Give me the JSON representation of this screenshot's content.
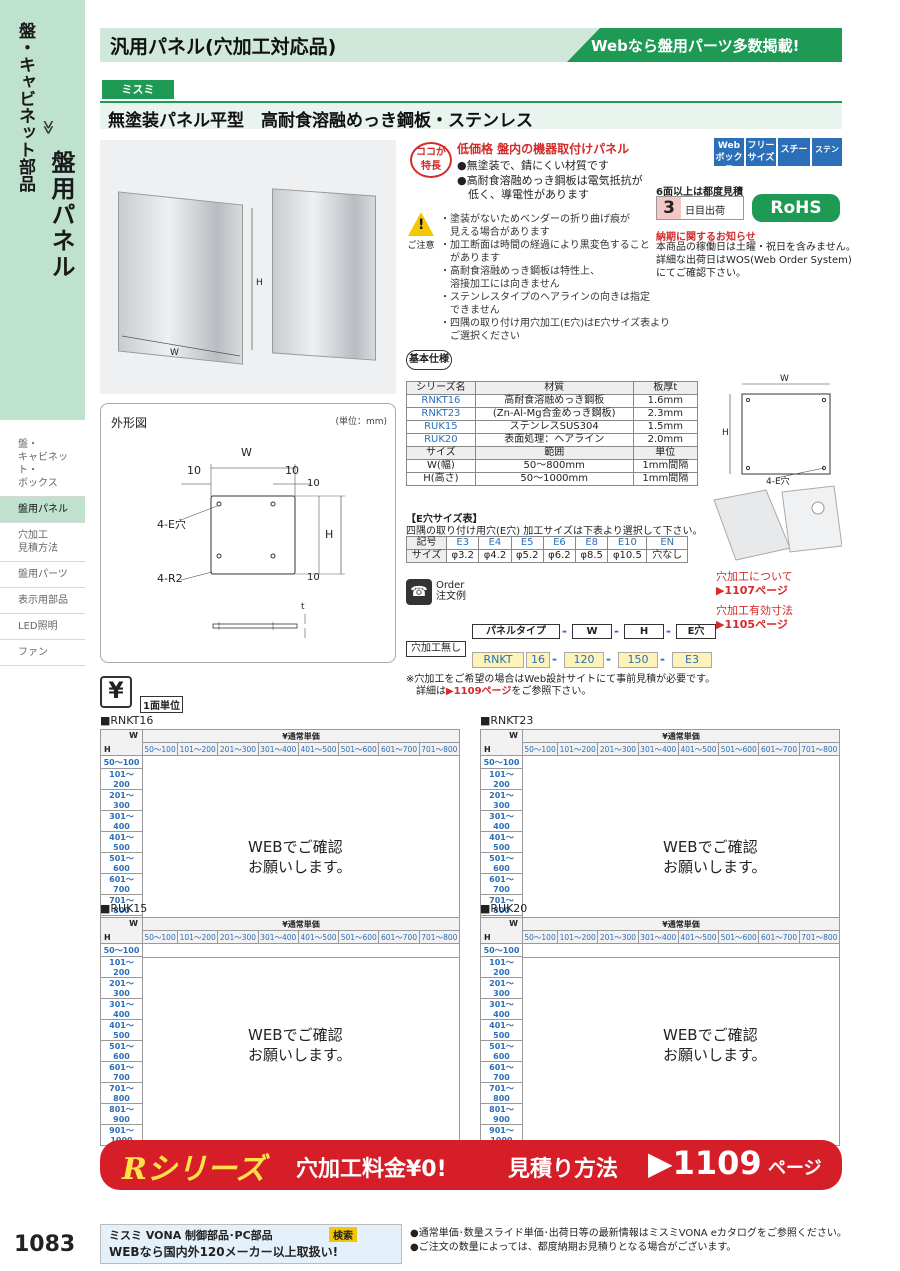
{
  "sidebar": {
    "cat1": "盤・キャビネット部品",
    "arrow": "≫",
    "cat2": "盤用パネル",
    "items": [
      {
        "label": "盤・\nキャビネット・\nボックス",
        "active": false
      },
      {
        "label": "盤用パネル",
        "active": true
      },
      {
        "label": "穴加工\n見積方法",
        "active": false
      },
      {
        "label": "盤用パーツ",
        "active": false
      },
      {
        "label": "表示用部品",
        "active": false
      },
      {
        "label": "LED照明",
        "active": false
      },
      {
        "label": "ファン",
        "active": false
      }
    ]
  },
  "header": {
    "title": "汎用パネル(穴加工対応品)",
    "web": "Webなら盤用パーツ多数掲載!"
  },
  "brand": "ミスミ",
  "subtitle": "無塗装パネル平型　高耐食溶融めっき鋼板・ステンレス",
  "photo_labels": {
    "w": "W",
    "h": "H"
  },
  "features": {
    "badge": "ココが\n特長",
    "title": "低価格 盤内の機器取付けパネル",
    "lines": [
      "●無塗装で、錆にくい材質です",
      "●高耐食溶融めっき鋼板は電気抵抗が",
      "　低く、導電性があります"
    ]
  },
  "caution": {
    "label": "ご注意",
    "lines": [
      "・塗装がないためベンダーの折り曲げ痕が",
      "　見える場合があります",
      "・加工断面は時間の経過により黒変色すること",
      "　があります",
      "・高耐食溶融めっき鋼板は特性上、",
      "　溶接加工には向きません",
      "・ステンレスタイプのヘアラインの向きは指定",
      "　できません",
      "・四隅の取り付け用穴加工(E穴)はE穴サイズ表より",
      "　ご選択ください"
    ]
  },
  "tags": [
    "Web\nボックス",
    "フリー\nサイズ",
    "スチール",
    "ステンレス"
  ],
  "shipping": {
    "note": "6面以上は都度見積",
    "days": "3",
    "text": "日目出荷"
  },
  "rohs": "RoHS",
  "delivery": {
    "title": "納期に関するお知らせ",
    "lines": [
      "本商品の稼働日は土曜・祝日を含みません。",
      "詳細な出荷日はWOS(Web Order System)",
      "にてご確認下さい。"
    ]
  },
  "spec": {
    "badge": "基本仕様",
    "headers": [
      "シリーズ名",
      "材質",
      "板厚t"
    ],
    "rows": [
      [
        "RNKT16",
        "高耐食溶融めっき鋼板",
        "1.6mm"
      ],
      [
        "RNKT23",
        "(Zn-Al-Mg合金めっき鋼板)",
        "2.3mm"
      ],
      [
        "RUK15",
        "ステンレスSUS304",
        "1.5mm"
      ],
      [
        "RUK20",
        "表面処理：ヘアライン",
        "2.0mm"
      ]
    ],
    "size_headers": [
      "サイズ",
      "範囲",
      "単位"
    ],
    "size_rows": [
      [
        "W(幅)",
        "50～800mm",
        "1mm間隔"
      ],
      [
        "H(高さ)",
        "50～1000mm",
        "1mm間隔"
      ]
    ]
  },
  "right_diagram": {
    "w": "W",
    "h": "H",
    "hole": "4-E穴"
  },
  "outline": {
    "title": "外形図",
    "unit": "(単位：mm)",
    "w": "W",
    "h": "H",
    "ten": "10",
    "ehole": "4-E穴",
    "r2": "4-R2",
    "t": "t"
  },
  "ehole": {
    "title": "【E穴サイズ表】",
    "desc": "四隅の取り付け用穴(E穴) 加工サイズは下表より選択して下さい。",
    "row1": [
      "記号",
      "E3",
      "E4",
      "E5",
      "E6",
      "E8",
      "E10",
      "EN"
    ],
    "row2": [
      "サイズ",
      "φ3.2",
      "φ4.2",
      "φ5.2",
      "φ6.2",
      "φ8.5",
      "φ10.5",
      "穴なし"
    ]
  },
  "order": {
    "icon": "☎",
    "label": "Order\n注文例",
    "nohole": "穴加工無し",
    "fields": [
      "パネルタイプ",
      "W",
      "H",
      "E穴"
    ],
    "example": [
      "RNKT",
      "16",
      "120",
      "150",
      "E3"
    ],
    "dash": "-",
    "note1": "※穴加工をご希望の場合はWeb設計サイトにて事前見積が必要です。",
    "note2_pre": "　詳細は",
    "note2_link": "▶1109ページ",
    "note2_post": "をご参照下さい。"
  },
  "refs": {
    "l1": "穴加工について",
    "l2": "▶1107ページ",
    "l3": "穴加工有効寸法",
    "l4": "▶1105ページ"
  },
  "price": {
    "icon": "¥",
    "unit_label": "1面単位",
    "w_label": "W",
    "h_label": "H",
    "top_label": "¥通常単価",
    "w_ranges": [
      "50～100",
      "101～200",
      "201～300",
      "301～400",
      "401～500",
      "501～600",
      "601～700",
      "701～800"
    ],
    "h_ranges": [
      "50～100",
      "101～200",
      "201～300",
      "301～400",
      "401～500",
      "501～600",
      "601～700",
      "701～800",
      "801～900",
      "901～1000"
    ],
    "msg1": "WEBでご確認",
    "msg2": "お願いします。",
    "tables": [
      "■RNKT16",
      "■RNKT23",
      "■RUK15",
      "■RUK20"
    ]
  },
  "banner": {
    "r": "Rシリーズ",
    "t1": "穴加工料金¥0!",
    "t2": "見積り方法",
    "t3": "▶1109",
    "t4": "ページ"
  },
  "footer": {
    "page": "1083",
    "vona": "ミスミ VONA 制御部品･PC部品",
    "kensaku": "検索",
    "web": "WEBなら国内外120メーカー以上取扱い!",
    "r1": "●通常単価･数量スライド単価･出荷日等の最新情報はミスミVONA eカタログをご参照ください。",
    "r2": "●ご注文の数量によっては、都度納期お見積りとなる場合がございます。"
  }
}
